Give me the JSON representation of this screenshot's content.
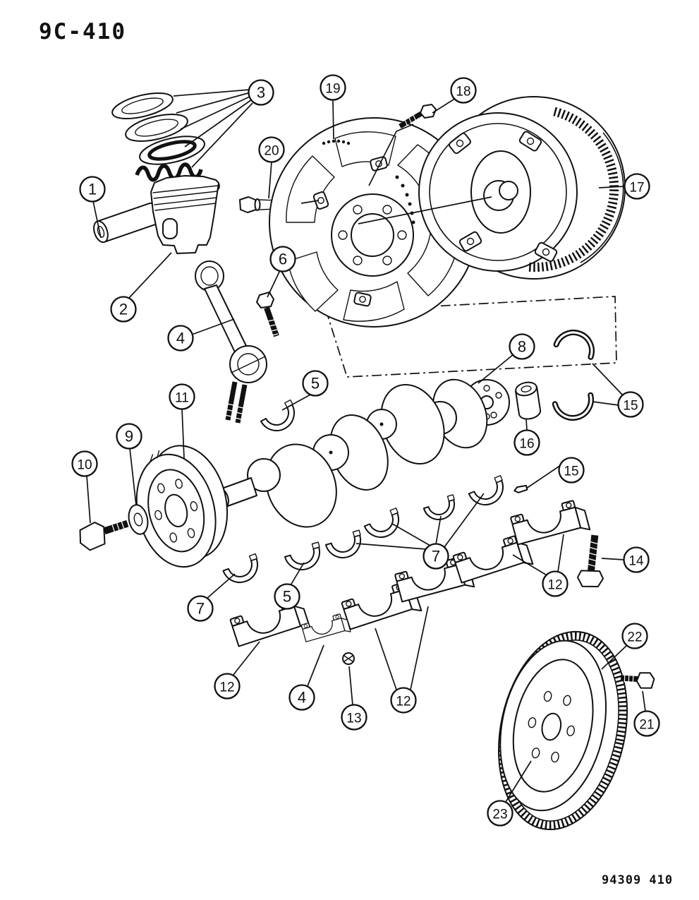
{
  "page": {
    "diagram_code": "9C-410",
    "footer_code": "94309 410",
    "background": "#ffffff",
    "line_color": "#111111"
  },
  "callouts": [
    {
      "label": "1"
    },
    {
      "label": "2"
    },
    {
      "label": "3"
    },
    {
      "label": "4"
    },
    {
      "label": "5"
    },
    {
      "label": "6"
    },
    {
      "label": "7"
    },
    {
      "label": "7"
    },
    {
      "label": "8"
    },
    {
      "label": "9"
    },
    {
      "label": "10"
    },
    {
      "label": "11"
    },
    {
      "label": "12"
    },
    {
      "label": "12"
    },
    {
      "label": "12"
    },
    {
      "label": "13"
    },
    {
      "label": "14"
    },
    {
      "label": "15"
    },
    {
      "label": "15"
    },
    {
      "label": "16"
    },
    {
      "label": "17"
    },
    {
      "label": "18"
    },
    {
      "label": "19"
    },
    {
      "label": "20"
    },
    {
      "label": "21"
    },
    {
      "label": "22"
    },
    {
      "label": "23"
    },
    {
      "label": "4"
    },
    {
      "label": "5"
    }
  ]
}
